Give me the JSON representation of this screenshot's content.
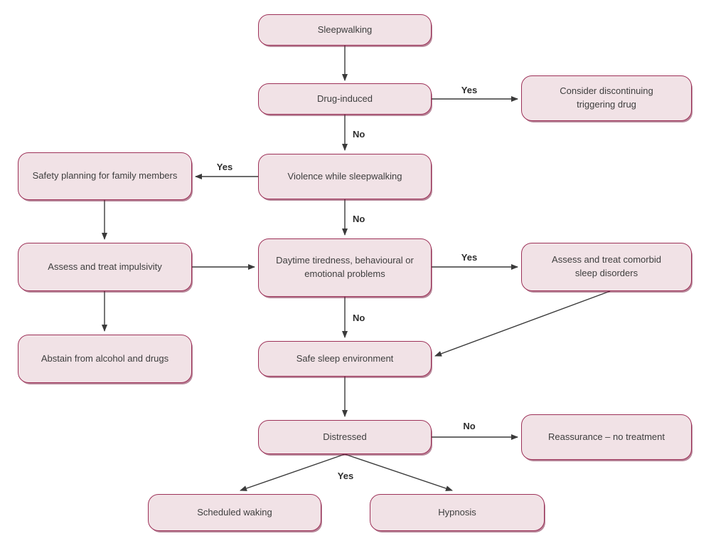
{
  "colors": {
    "node_fill": "#f1e2e6",
    "node_border": "#9d3158",
    "arrow": "#3a3a3a",
    "text": "#3e3e3e",
    "background": "#ffffff"
  },
  "nodes": {
    "sleepwalking": {
      "lines": [
        "Sleepwalking"
      ]
    },
    "drug_induced": {
      "lines": [
        "Drug-induced"
      ]
    },
    "consider_discontinuing": {
      "lines": [
        "Consider discontinuing",
        "triggering drug"
      ]
    },
    "safety_planning": {
      "lines": [
        "Safety planning for family members"
      ]
    },
    "violence": {
      "lines": [
        "Violence while sleepwalking"
      ]
    },
    "assess_impulsivity": {
      "lines": [
        "Assess and treat impulsivity"
      ]
    },
    "daytime_problems": {
      "lines": [
        "Daytime tiredness, behavioural or",
        "emotional problems"
      ]
    },
    "comorbid_sleep": {
      "lines": [
        "Assess and treat comorbid",
        "sleep disorders"
      ]
    },
    "abstain": {
      "lines": [
        "Abstain from alcohol and drugs"
      ]
    },
    "safe_sleep": {
      "lines": [
        "Safe sleep environment"
      ]
    },
    "distressed": {
      "lines": [
        "Distressed"
      ]
    },
    "reassurance": {
      "lines": [
        "Reassurance – no treatment"
      ]
    },
    "scheduled_waking": {
      "lines": [
        "Scheduled waking"
      ]
    },
    "hypnosis": {
      "lines": [
        "Hypnosis"
      ]
    }
  },
  "edge_labels": {
    "drug_induced_yes": "Yes",
    "drug_induced_no": "No",
    "violence_yes": "Yes",
    "violence_no": "No",
    "daytime_yes": "Yes",
    "daytime_no": "No",
    "distressed_no": "No",
    "distressed_yes": "Yes"
  }
}
